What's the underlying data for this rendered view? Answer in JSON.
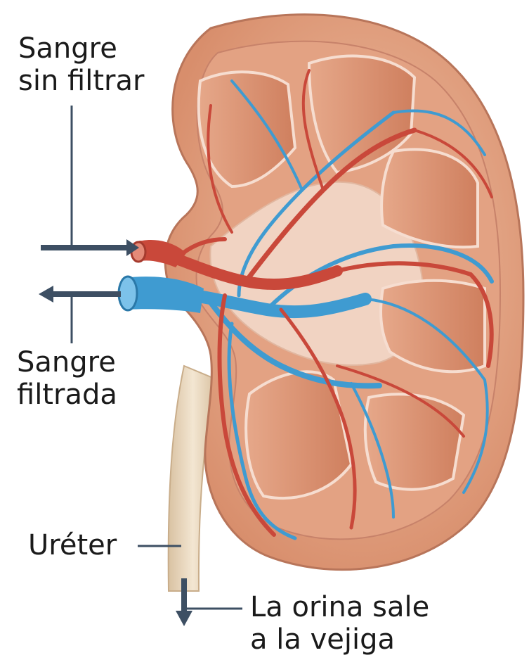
{
  "diagram": {
    "labels": {
      "unfiltered_blood": [
        "Sangre",
        "sin filtrar"
      ],
      "filtered_blood": [
        "Sangre",
        "filtrada"
      ],
      "ureter": "Uréter",
      "urine_out": [
        "La orina sale",
        "a la vejiga"
      ]
    },
    "colors": {
      "kidney_capsule": "#d99a7a",
      "kidney_edge": "#b8755a",
      "pyramid": "#d98f6e",
      "sinus": "#f1d3c2",
      "artery": "#c9483a",
      "vein": "#3f9bd1",
      "ureter": "#ead8bf",
      "arrow": "#3d4f63",
      "text": "#1a1a1a"
    }
  }
}
